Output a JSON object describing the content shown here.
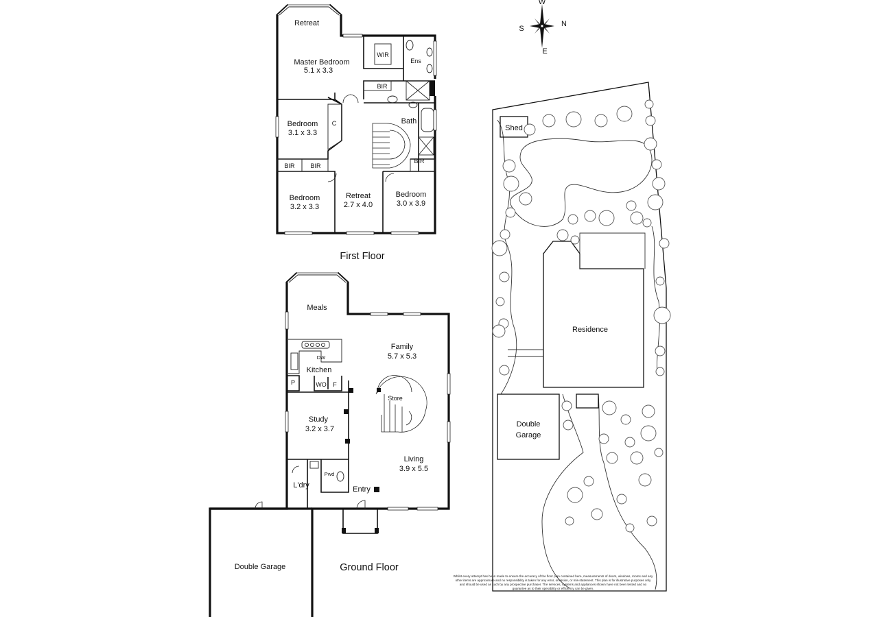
{
  "compass": {
    "w": "W",
    "s": "S",
    "n": "N",
    "e": "E",
    "icon": "compass-rose-icon"
  },
  "first_floor": {
    "title": "First Floor",
    "rooms": {
      "retreat_top": "Retreat",
      "master_bedroom": "Master Bedroom",
      "master_bedroom_size": "5.1 x 3.3",
      "wir": "WIR",
      "ens": "Ens",
      "bir_master": "BIR",
      "bedroom_left": "Bedroom",
      "bedroom_left_size": "3.1 x 3.3",
      "c": "C",
      "bath": "Bath",
      "bir_left_a": "BIR",
      "bir_left_b": "BIR",
      "bir_right": "BIR",
      "bedroom_bl": "Bedroom",
      "bedroom_bl_size": "3.2 x 3.3",
      "retreat": "Retreat",
      "retreat_size": "2.7 x 4.0",
      "bedroom_br": "Bedroom",
      "bedroom_br_size": "3.0 x 3.9"
    }
  },
  "ground_floor": {
    "title": "Ground Floor",
    "rooms": {
      "meals": "Meals",
      "dw": "DW",
      "kitchen": "Kitchen",
      "p": "P",
      "wo": "WO",
      "f": "F",
      "family": "Family",
      "family_size": "5.7 x 5.3",
      "store": "Store",
      "study": "Study",
      "study_size": "3.2 x 3.7",
      "living": "Living",
      "living_size": "3.9 x 5.5",
      "ldry": "L'dry",
      "pwd": "Pwd",
      "entry": "Entry",
      "double_garage": "Double Garage"
    }
  },
  "site_plan": {
    "shed": "Shed",
    "residence": "Residence",
    "double_garage_1": "Double",
    "double_garage_2": "Garage"
  },
  "disclaimer": "Whilst every attempt has been made to ensure the accuracy of the floor plan contained here, measurements of doors, windows, rooms and any other items are approximate and no responsibility is taken for any error, omission, or mis-statement. This plan is for illustrative purposes only and should be used as such by any prospective purchaser. The services, systems and appliances shown have not been tested and no guarantee as to their operability or efficiency can be given."
}
